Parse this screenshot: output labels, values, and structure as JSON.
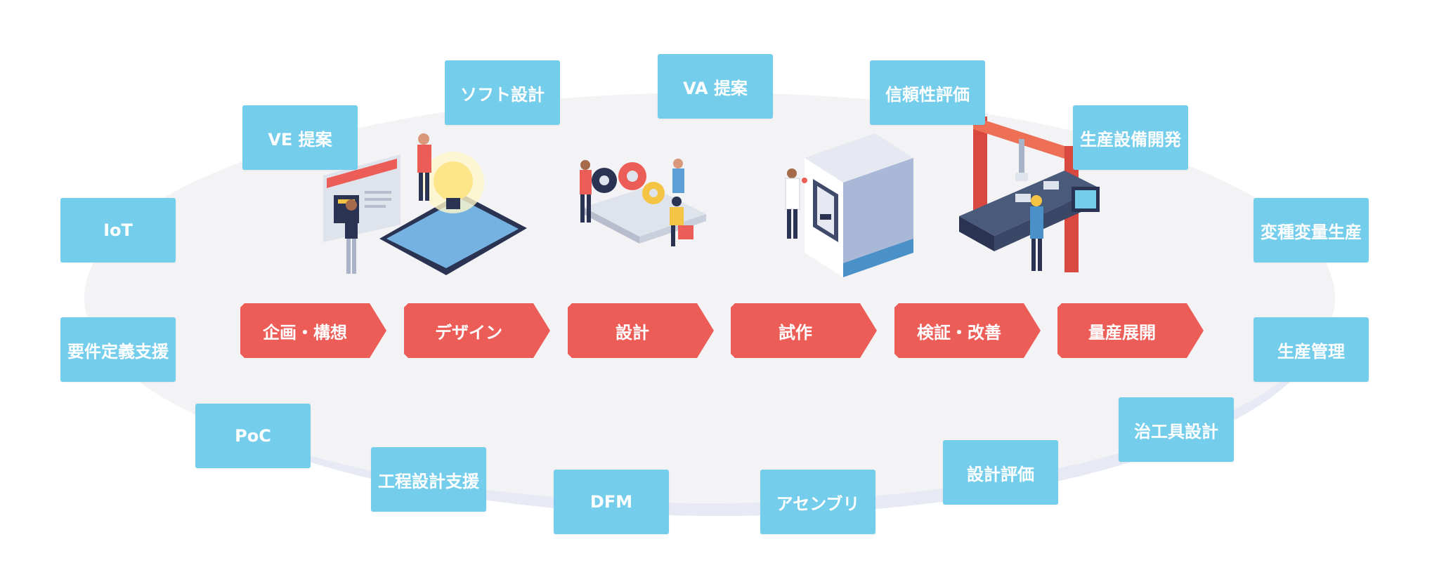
{
  "colors": {
    "tag": "#74cdea",
    "step": "#ec5d57",
    "ellipse": "#f3f3f5",
    "ellipse_shadow": "#e7eaf4"
  },
  "steps": [
    {
      "label": "企画・構想"
    },
    {
      "label": "デザイン"
    },
    {
      "label": "設計"
    },
    {
      "label": "試作"
    },
    {
      "label": "検証・改善"
    },
    {
      "label": "量産展開"
    }
  ],
  "tags": {
    "iot": "IoT",
    "requirements": "要件定義支援",
    "poc": "PoC",
    "process_design": "工程設計支援",
    "dfm": "DFM",
    "assembly": "アセンブリ",
    "design_evaluation": "設計評価",
    "jig_design": "治工具設計",
    "production_management": "生産管理",
    "variable_production": "変種変量生産",
    "equipment_development": "生産設備開発",
    "reliability": "信頼性評価",
    "va": "VA 提案",
    "software": "ソフト設計",
    "ve": "VE 提案"
  },
  "illustrations": [
    {
      "icon": "planning-lightbulb-tablet-icon"
    },
    {
      "icon": "design-gears-team-icon"
    },
    {
      "icon": "prototype-machine-icon"
    },
    {
      "icon": "mass-production-conveyor-icon"
    }
  ]
}
